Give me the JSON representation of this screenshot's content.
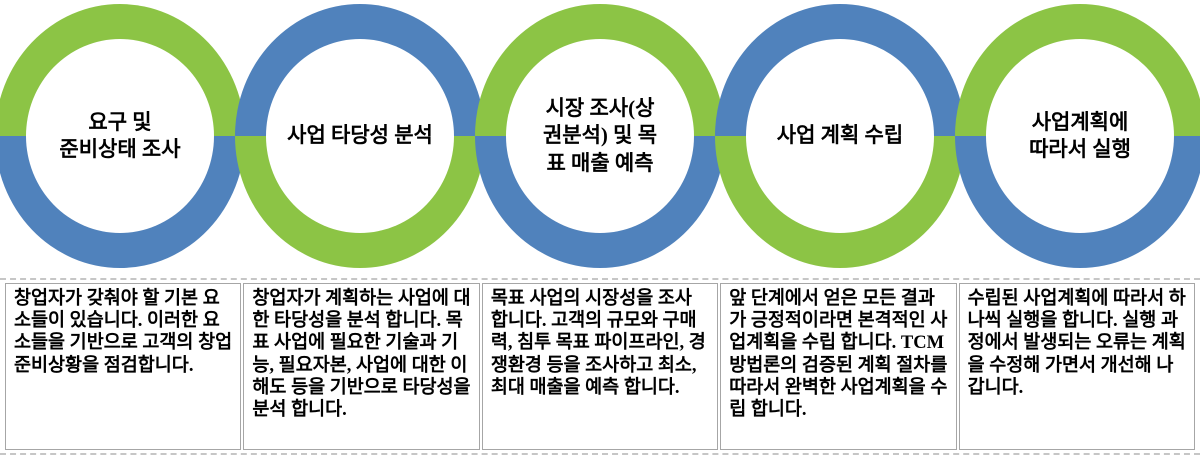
{
  "colors": {
    "green": "#8cc445",
    "blue": "#5082bc",
    "box_border": "#a6a6a6",
    "dash": "#c6c6c6",
    "text": "#000000"
  },
  "steps": [
    {
      "scheme": "green-top",
      "title": "요구 및\n준비상태 조사",
      "description": "창업자가 갖춰야 할 기본 요소들이 있습니다. 이러한 요소들을 기반으로 고객의 창업 준비상황을 점검합니다."
    },
    {
      "scheme": "blue-top",
      "title": "사업 타당성 분석",
      "description": "창업자가 계획하는 사업에 대한 타당성을 분석 합니다. 목표 사업에 필요한 기술과 기능, 필요자본, 사업에 대한 이해도 등을 기반으로 타당성을 분석 합니다."
    },
    {
      "scheme": "green-top",
      "title": "시장 조사(상\n권분석) 및 목\n표 매출 예측",
      "description": "목표 사업의 시장성을 조사 합니다. 고객의 규모와 구매력, 침투 목표 파이프라인, 경쟁환경 등을 조사하고 최소, 최대 매출을 예측 합니다."
    },
    {
      "scheme": "blue-top",
      "title": "사업 계획 수립",
      "description": "앞 단계에서 얻은 모든 결과가 긍정적이라면 본격적인 사업계획을 수립 합니다. TCM 방법론의 검증된 계획 절차를 따라서 완벽한 사업계획을 수립 합니다."
    },
    {
      "scheme": "green-top",
      "title": "사업계획에\n따라서 실행",
      "description": "수립된 사업계획에 따라서 하나씩 실행을 합니다. 실행 과정에서 발생되는 오류는 계획을 수정해 가면서 개선해 나갑니다."
    }
  ]
}
